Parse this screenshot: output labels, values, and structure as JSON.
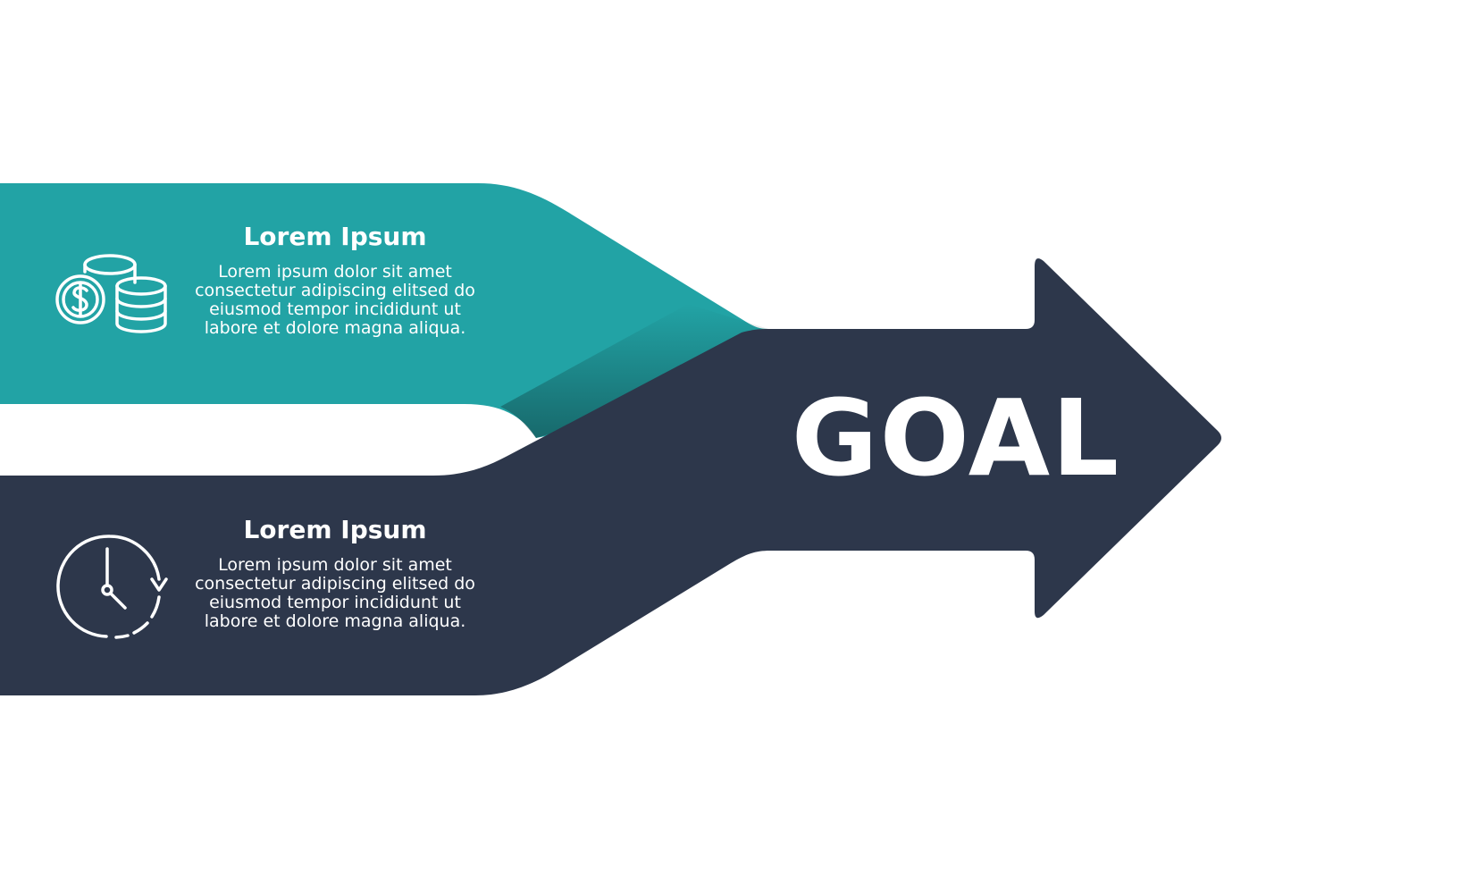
{
  "goal": {
    "label": "GOAL"
  },
  "bands": [
    {
      "title": "Lorem Ipsum",
      "body": "Lorem ipsum dolor sit amet consectetur adipiscing elitsed do eiusmod tempor incididunt ut labore et dolore magna aliqua.",
      "icon": "coins-dollar-icon",
      "color": "#22A3A5"
    },
    {
      "title": "Lorem Ipsum",
      "body": "Lorem ipsum dolor sit amet consectetur adipiscing elitsed do eiusmod tempor incididunt ut labore et dolore magna aliqua.",
      "icon": "clock-cycle-icon",
      "color": "#2D374B"
    }
  ],
  "colors": {
    "teal": "#22A3A5",
    "navy": "#2D374B",
    "background": "#FFFFFF",
    "text": "#FFFFFF"
  }
}
